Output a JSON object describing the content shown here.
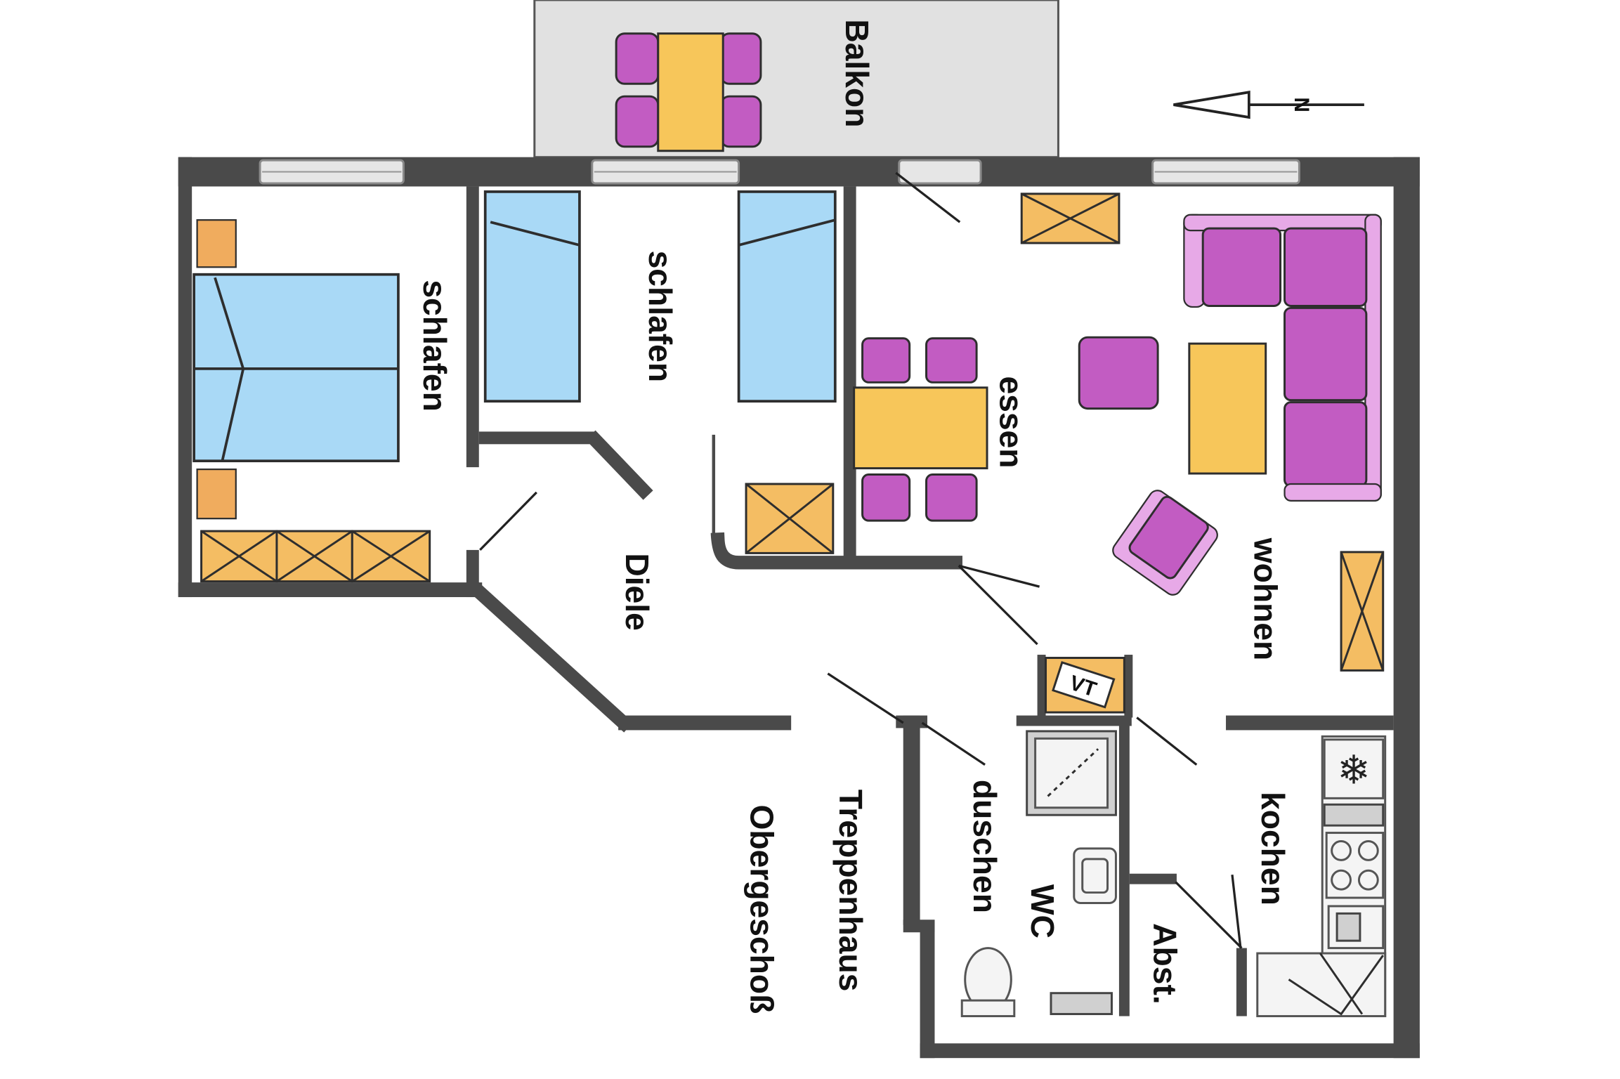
{
  "plan": {
    "floor_label": "Obergeschoß",
    "north_label": "N",
    "rooms": {
      "balkon": "Balkon",
      "schlafen_left": "schlafen",
      "schlafen_middle": "schlafen",
      "essen": "essen",
      "wohnen": "wohnen",
      "diele": "Diele",
      "treppenhaus": "Treppenhaus",
      "duschen": "duschen",
      "wc": "WC",
      "abst": "Abst.",
      "kochen": "kochen"
    },
    "fixtures": {
      "vt": "VT"
    }
  },
  "colors": {
    "wall": "#4a4a4a",
    "bed": "#a9d9f6",
    "seating": "#c25cc2",
    "table": "#f7c65a",
    "cabinet": "#f4bd63",
    "balcony": "#e1e1e1"
  },
  "icons": [
    "north-arrow-icon",
    "snowflake-icon",
    "stove-icon",
    "sink-icon",
    "toilet-icon",
    "shower-icon"
  ]
}
